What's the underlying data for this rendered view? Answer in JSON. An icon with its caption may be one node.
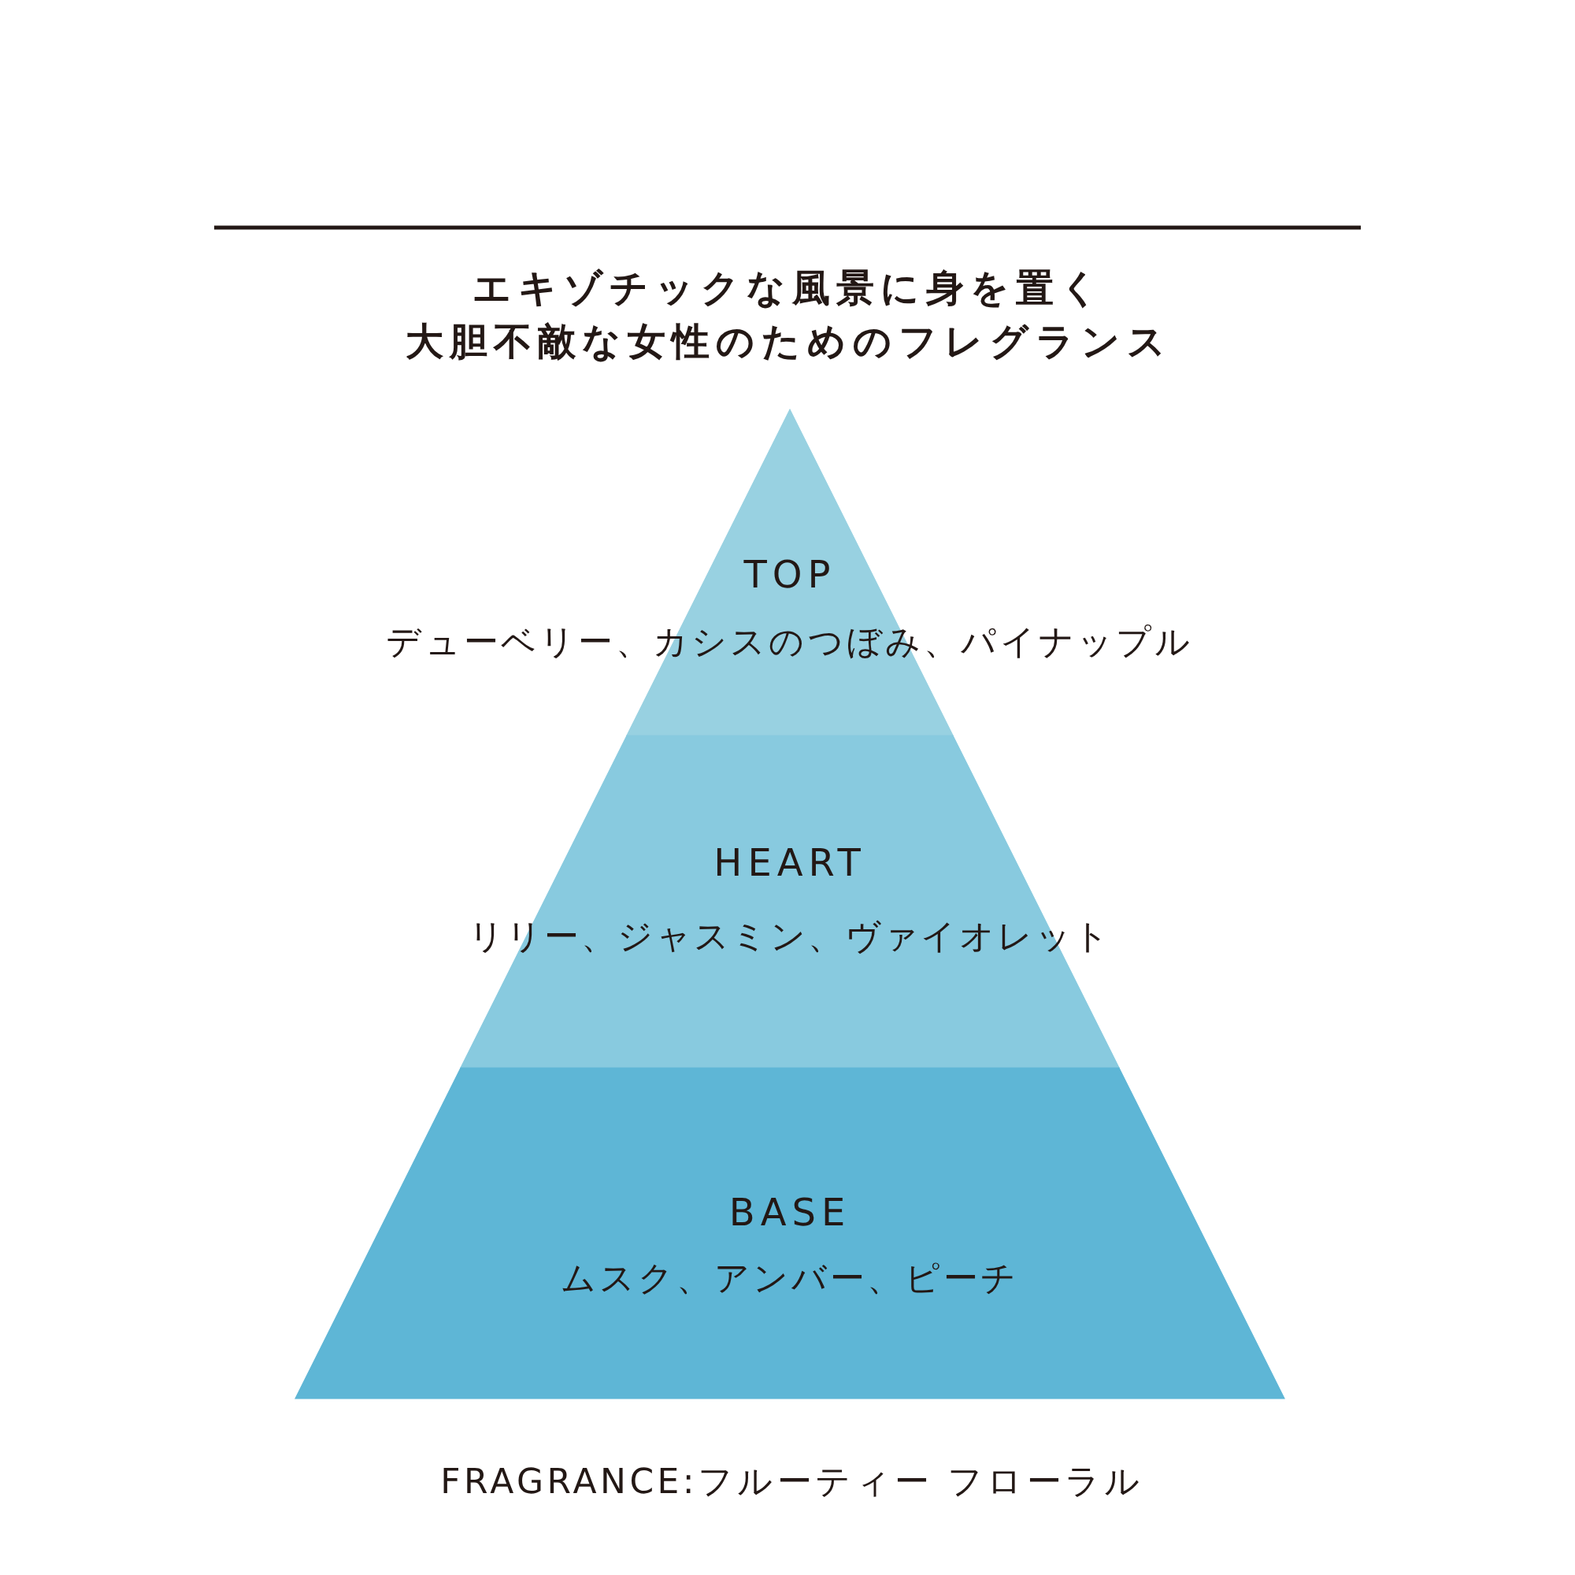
{
  "diagram": {
    "nodes": [
      {
        "text": [
          "TOP",
          "デューベリー、カシスのつぼみ、パイナップル"
        ]
      },
      {
        "text": [
          "HEART",
          "リリー、ジャスミン、ヴァイオレット"
        ]
      },
      {
        "text": [
          "BASE",
          "ムスク、アンバー、ピーチ"
        ]
      }
    ],
    "labels": [
      "エキゾチックな風景に身を置く大胆不敵な女性のためのフレグランス",
      "FRAGRANCE:フルーティー フローラル"
    ]
  }
}
